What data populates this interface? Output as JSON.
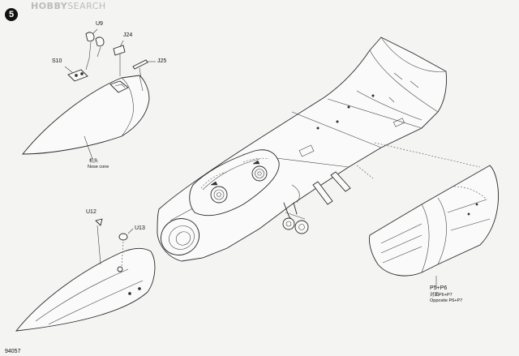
{
  "page": {
    "watermark_bold": "HOBBY",
    "watermark_thin": "SEARCH",
    "step_number": "5",
    "footer_code": "94057"
  },
  "callouts": {
    "u9": "U9",
    "j24": "J24",
    "s10": "S10",
    "j25": "J25",
    "note_cjk": "机头",
    "nose_cone": "Nose cone",
    "u12": "U12",
    "u13": "U13",
    "p5p6": "P5+P6",
    "cjk_p6p7": "对面P6+P7",
    "opposite_p6p7": "Opposite P6+P7"
  }
}
